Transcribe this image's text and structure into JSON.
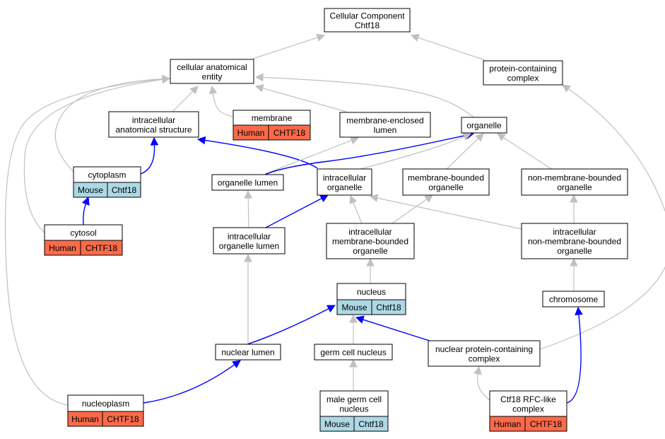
{
  "colors": {
    "human": "#fa6a4a",
    "mouse": "#add8e6",
    "edge_gray": "#c0c0c0",
    "edge_blue": "#0000ff"
  },
  "nodes": {
    "root": [
      "Cellular Component",
      "Chtf18"
    ],
    "cae": [
      "cellular anatomical",
      "entity"
    ],
    "pcc": [
      "protein-containing",
      "complex"
    ],
    "ias": [
      "intracellular",
      "anatomical structure"
    ],
    "membrane": [
      "membrane"
    ],
    "mel": [
      "membrane-enclosed",
      "lumen"
    ],
    "organelle": [
      "organelle"
    ],
    "cytoplasm": [
      "cytoplasm"
    ],
    "olumen": [
      "organelle lumen"
    ],
    "io": [
      "intracellular",
      "organelle"
    ],
    "mbo": [
      "membrane-bounded",
      "organelle"
    ],
    "nmbo": [
      "non-membrane-bounded",
      "organelle"
    ],
    "cytosol": [
      "cytosol"
    ],
    "iol": [
      "intracellular",
      "organelle lumen"
    ],
    "imbo": [
      "intracellular",
      "membrane-bounded",
      "organelle"
    ],
    "inmbo": [
      "intracellular",
      "non-membrane-bounded",
      "organelle"
    ],
    "nucleus": [
      "nucleus"
    ],
    "chromosome": [
      "chromosome"
    ],
    "nlumen": [
      "nuclear lumen"
    ],
    "gcn": [
      "germ cell nucleus"
    ],
    "npcc": [
      "nuclear protein-containing",
      "complex"
    ],
    "nucleoplasm": [
      "nucleoplasm"
    ],
    "mgcn": [
      "male germ cell",
      "nucleus"
    ],
    "ctf18": [
      "Ctf18 RFC-like",
      "complex"
    ]
  },
  "annotations": {
    "membrane": [
      "Human",
      "CHTF18"
    ],
    "cytoplasm": [
      "Mouse",
      "Chtf18"
    ],
    "cytosol": [
      "Human",
      "CHTF18"
    ],
    "nucleus": [
      "Mouse",
      "Chtf18"
    ],
    "nucleoplasm": [
      "Human",
      "CHTF18"
    ],
    "mgcn": [
      "Mouse",
      "Chtf18"
    ],
    "ctf18": [
      "Human",
      "CHTF18"
    ]
  },
  "edges": [
    {
      "from": "cae",
      "to": "root",
      "color": "gray"
    },
    {
      "from": "pcc",
      "to": "root",
      "color": "gray"
    },
    {
      "from": "ias",
      "to": "cae",
      "color": "gray"
    },
    {
      "from": "membrane",
      "to": "cae",
      "color": "gray"
    },
    {
      "from": "mel",
      "to": "cae",
      "color": "gray"
    },
    {
      "from": "organelle",
      "to": "cae",
      "color": "gray"
    },
    {
      "from": "cytoplasm",
      "to": "cae",
      "color": "gray"
    },
    {
      "from": "cytosol",
      "to": "cae",
      "color": "gray"
    },
    {
      "from": "nucleoplasm",
      "to": "cae",
      "color": "gray"
    },
    {
      "from": "cytoplasm",
      "to": "ias",
      "color": "blue"
    },
    {
      "from": "io",
      "to": "ias",
      "color": "blue"
    },
    {
      "from": "olumen",
      "to": "mel",
      "color": "gray"
    },
    {
      "from": "olumen",
      "to": "organelle",
      "color": "blue"
    },
    {
      "from": "io",
      "to": "organelle",
      "color": "gray"
    },
    {
      "from": "mbo",
      "to": "organelle",
      "color": "gray"
    },
    {
      "from": "nmbo",
      "to": "organelle",
      "color": "gray"
    },
    {
      "from": "cytosol",
      "to": "cytoplasm",
      "color": "blue"
    },
    {
      "from": "iol",
      "to": "olumen",
      "color": "gray"
    },
    {
      "from": "iol",
      "to": "io",
      "color": "blue"
    },
    {
      "from": "imbo",
      "to": "io",
      "color": "gray"
    },
    {
      "from": "inmbo",
      "to": "io",
      "color": "gray"
    },
    {
      "from": "imbo",
      "to": "mbo",
      "color": "gray"
    },
    {
      "from": "inmbo",
      "to": "nmbo",
      "color": "gray"
    },
    {
      "from": "nucleus",
      "to": "imbo",
      "color": "gray"
    },
    {
      "from": "chromosome",
      "to": "inmbo",
      "color": "gray"
    },
    {
      "from": "nlumen",
      "to": "iol",
      "color": "gray"
    },
    {
      "from": "nlumen",
      "to": "nucleus",
      "color": "blue"
    },
    {
      "from": "gcn",
      "to": "nucleus",
      "color": "gray"
    },
    {
      "from": "npcc",
      "to": "nucleus",
      "color": "blue"
    },
    {
      "from": "npcc",
      "to": "pcc",
      "color": "gray"
    },
    {
      "from": "nucleoplasm",
      "to": "nlumen",
      "color": "blue"
    },
    {
      "from": "mgcn",
      "to": "gcn",
      "color": "gray"
    },
    {
      "from": "ctf18",
      "to": "npcc",
      "color": "gray"
    },
    {
      "from": "ctf18",
      "to": "chromosome",
      "color": "blue"
    }
  ]
}
